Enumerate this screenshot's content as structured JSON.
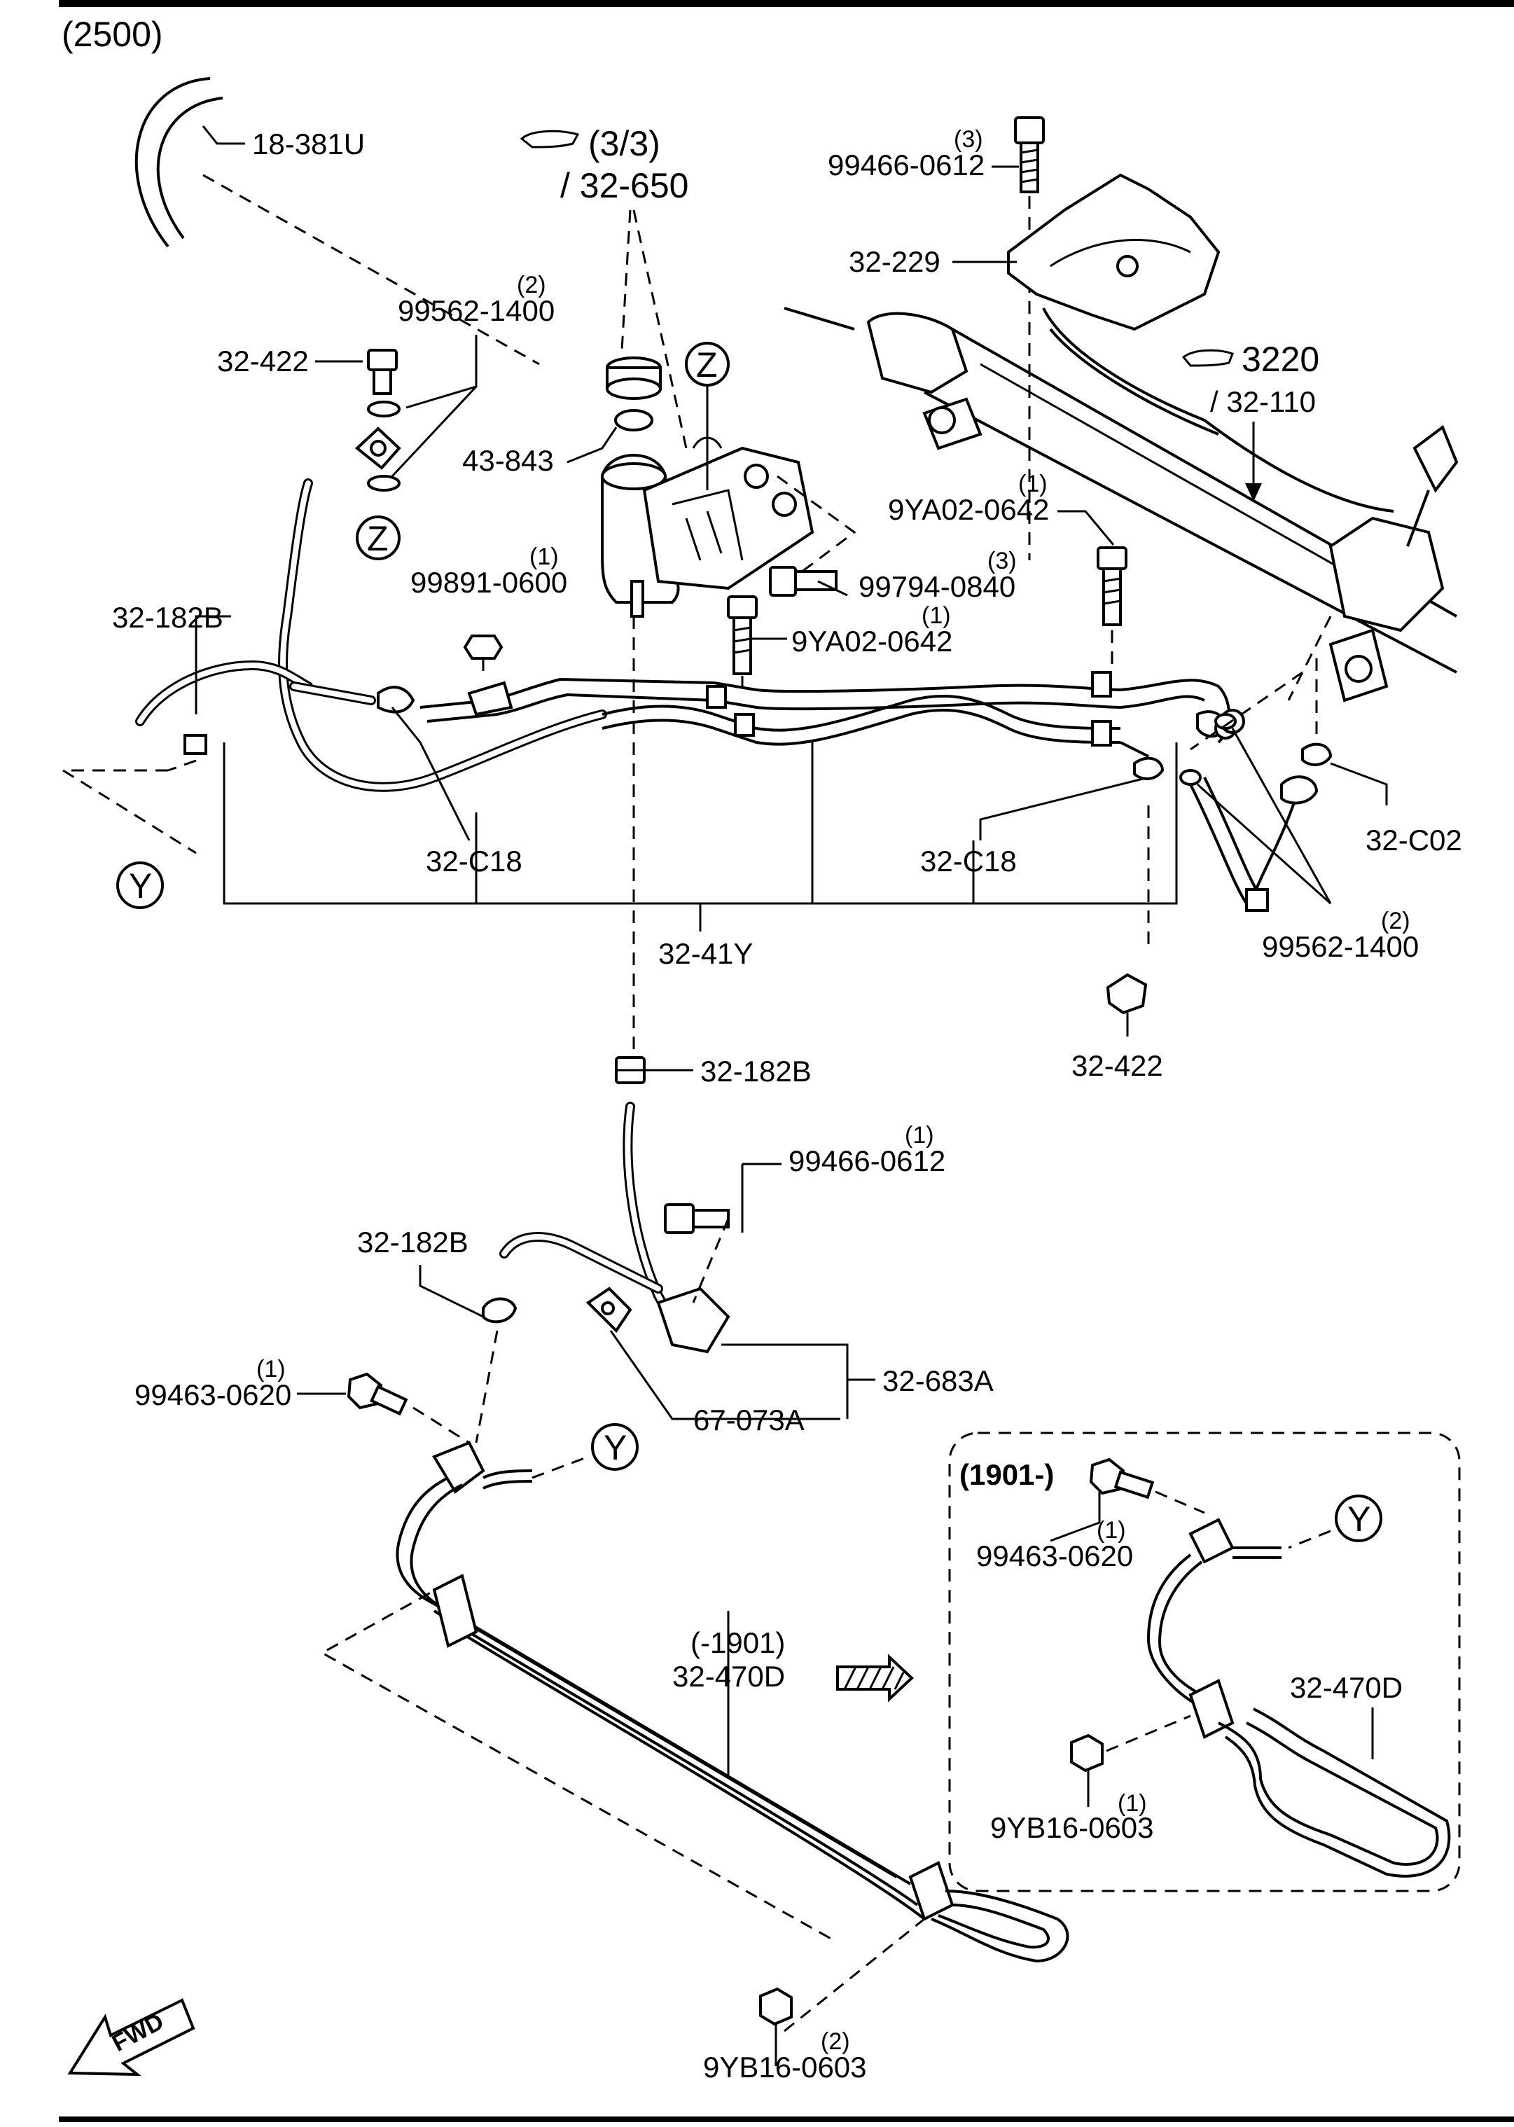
{
  "group": "(2500)",
  "refs": {
    "ref_a_fraction": "(3/3)",
    "ref_a_part": "/ 32-650",
    "ref_b_group": "3220",
    "ref_b_part": "/ 32-110"
  },
  "callouts": {
    "z": "Z",
    "y": "Y"
  },
  "parts": {
    "p_18_381u": "18-381U",
    "p_99466_0612_top": "99466-0612",
    "p_99466_0612_top_qty": "(3)",
    "p_32_229": "32-229",
    "p_99562_1400_top": "99562-1400",
    "p_99562_1400_top_qty": "(2)",
    "p_32_422_top": "32-422",
    "p_43_843": "43-843",
    "p_9ya02_0642_right": "9YA02-0642",
    "p_9ya02_0642_right_qty": "(1)",
    "p_99794_0840": "99794-0840",
    "p_99794_0840_qty": "(3)",
    "p_99891_0600": "99891-0600",
    "p_99891_0600_qty": "(1)",
    "p_9ya02_0642_mid": "9YA02-0642",
    "p_9ya02_0642_mid_qty": "(1)",
    "p_32_182b_left": "32-182B",
    "p_32_c18_left": "32-C18",
    "p_32_c18_right": "32-C18",
    "p_32_c02": "32-C02",
    "p_32_41y": "32-41Y",
    "p_99562_1400_right": "99562-1400",
    "p_99562_1400_right_qty": "(2)",
    "p_32_422_bottom": "32-422",
    "p_32_182b_mid": "32-182B",
    "p_99466_0612_mid": "99466-0612",
    "p_99466_0612_mid_qty": "(1)",
    "p_32_182b_lower": "32-182B",
    "p_99463_0620_left": "99463-0620",
    "p_99463_0620_left_qty": "(1)",
    "p_32_683a": "32-683A",
    "p_67_073a": "67-073A",
    "p_range_old": "(-1901)",
    "p_32_470d_old": "32-470D",
    "p_9yb16_0603_bottom": "9YB16-0603",
    "p_9yb16_0603_bottom_qty": "(2)",
    "p_range_new": "(1901-)",
    "p_99463_0620_inset": "99463-0620",
    "p_99463_0620_inset_qty": "(1)",
    "p_32_470d_new": "32-470D",
    "p_9yb16_0603_inset": "9YB16-0603",
    "p_9yb16_0603_inset_qty": "(1)"
  },
  "fwd_label": "FWD"
}
